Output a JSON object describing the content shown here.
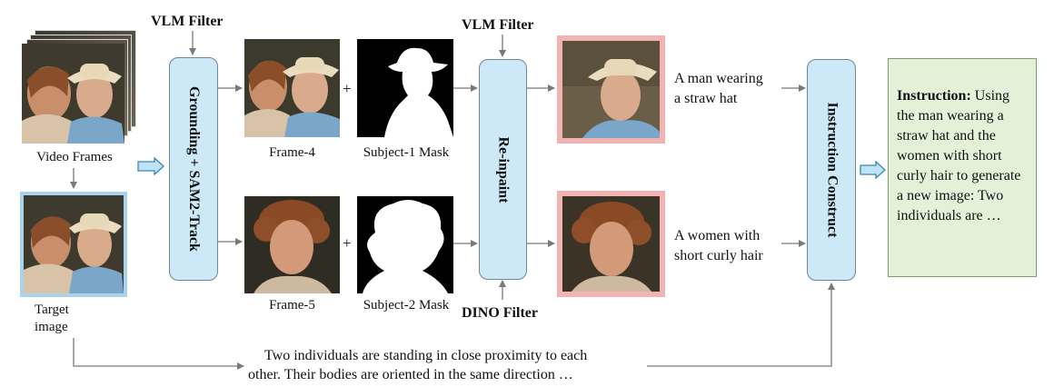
{
  "labels": {
    "video_frames": "Video Frames",
    "target_image_line1": "Target",
    "target_image_line2": "image",
    "frame4": "Frame-4",
    "frame5": "Frame-5",
    "subject1_mask": "Subject-1 Mask",
    "subject2_mask": "Subject-2 Mask",
    "plus": "+"
  },
  "filters": {
    "vlm_filter_left": "VLM Filter",
    "vlm_filter_right": "VLM Filter",
    "dino_filter": "DINO Filter"
  },
  "modules": {
    "grounding": "Grounding + SAM2-Track",
    "reinpaint": "Re-inpaint",
    "instruction_construct": "Instruction Construct"
  },
  "captions": {
    "subject1_line1": "A man wearing",
    "subject1_line2": "a straw hat",
    "subject2_line1": "A women with",
    "subject2_line2": "short curly hair",
    "description_line1": "Two individuals are standing in close proximity to each",
    "description_line2": "other. Their bodies are oriented in the same direction …"
  },
  "instruction": {
    "heading": "Instruction:",
    "body": "Using the man wearing a straw hat and the women with short curly hair to generate a new image: Two individuals are …"
  },
  "colors": {
    "module_fill": "#cde9f7",
    "target_border": "#a9d3ec",
    "result_border": "#f2b3b3",
    "instruction_fill": "#e3f1d9",
    "arrow": "#7a7a7a"
  }
}
